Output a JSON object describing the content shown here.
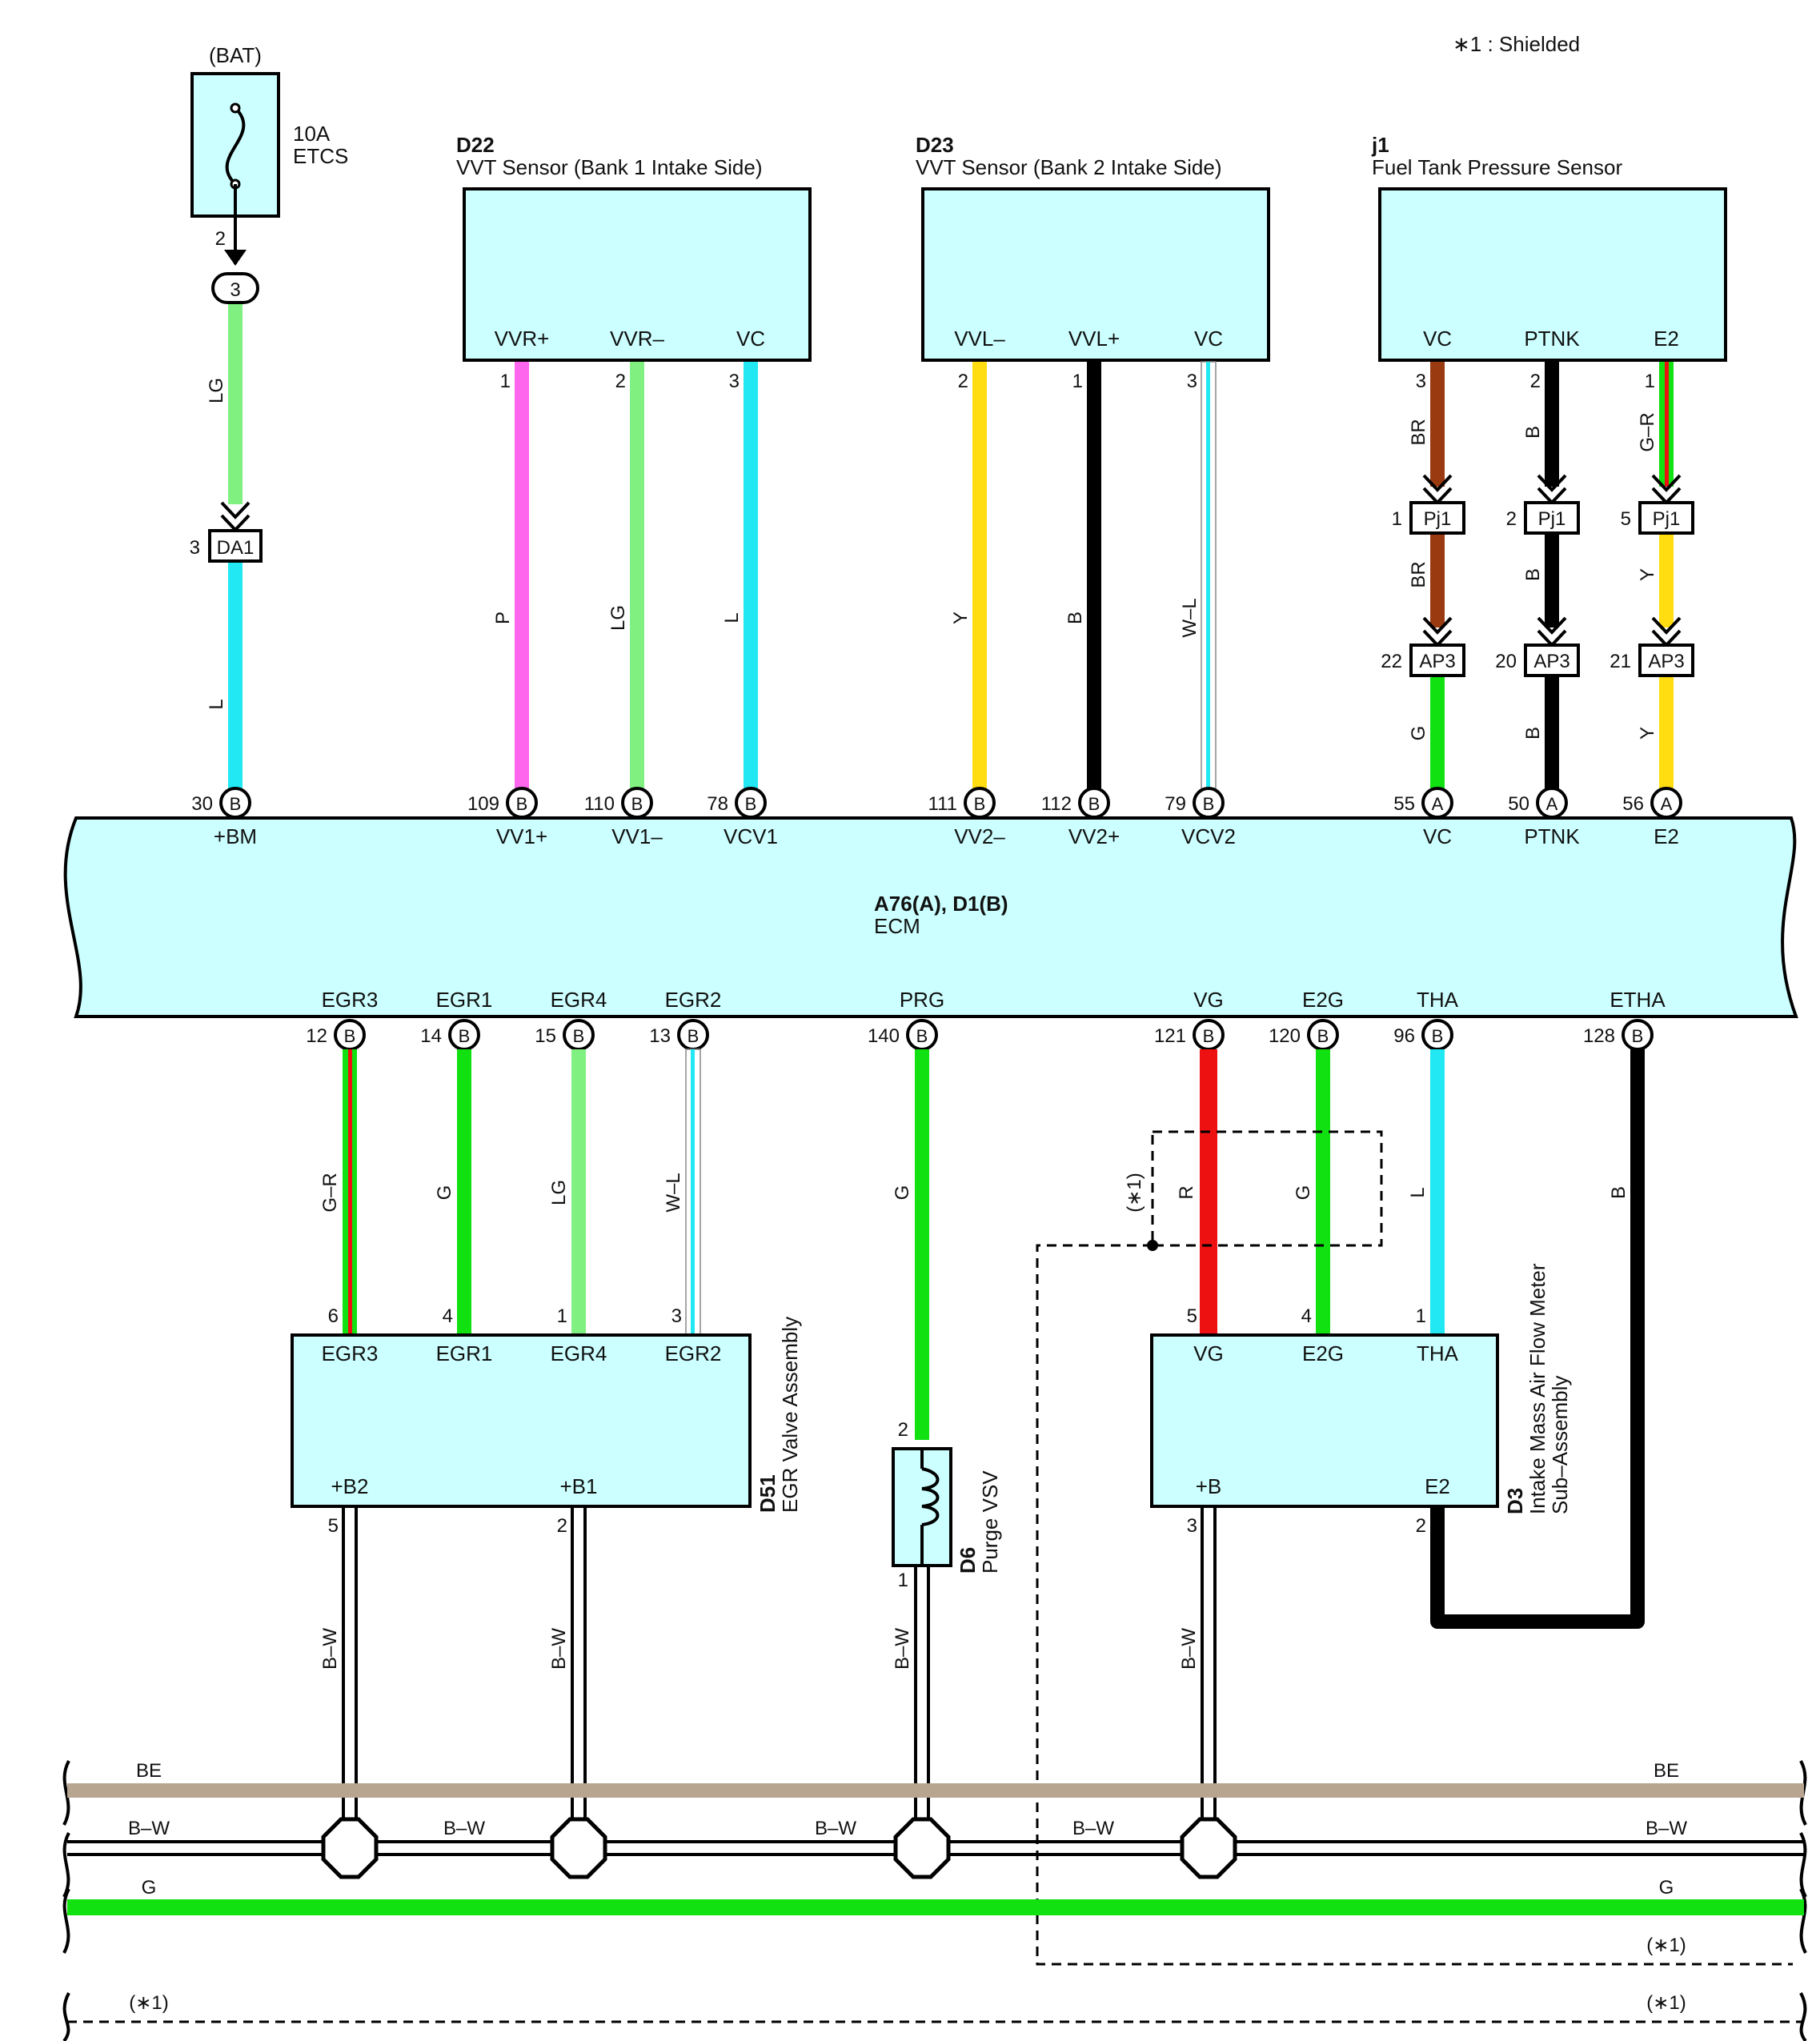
{
  "note": "∗1 : Shielded",
  "colors": {
    "box_fill": "#CCFFFF",
    "P": "#FF66EE",
    "LG": "#80F080",
    "L": "#22E8F4",
    "Y": "#FFDD11",
    "B": "#000000",
    "BR": "#9A3A10",
    "G": "#11E011",
    "R": "#EE1111",
    "BE": "#B8A590"
  },
  "battery": {
    "label": "(BAT)",
    "fuse_amp": "10A",
    "fuse_name": "ETCS",
    "pin_out": "2",
    "junction_pin": "3"
  },
  "da1": {
    "pin": "3",
    "name": "DA1"
  },
  "wire_codes": {
    "LG": "LG",
    "L": "L",
    "P": "P",
    "Y": "Y",
    "B": "B",
    "WL": "W–L",
    "BR": "BR",
    "GR": "G–R",
    "G": "G",
    "R": "R",
    "BW": "B–W",
    "BE": "BE"
  },
  "d22": {
    "code": "D22",
    "name": "VVT Sensor (Bank 1 Intake Side)",
    "pins": [
      {
        "label": "VVR+",
        "num": "1"
      },
      {
        "label": "VVR–",
        "num": "2"
      },
      {
        "label": "VC",
        "num": "3"
      }
    ]
  },
  "d23": {
    "code": "D23",
    "name": "VVT Sensor (Bank 2 Intake Side)",
    "pins": [
      {
        "label": "VVL–",
        "num": "2"
      },
      {
        "label": "VVL+",
        "num": "1"
      },
      {
        "label": "VC",
        "num": "3"
      }
    ]
  },
  "j1": {
    "code": "j1",
    "name": "Fuel Tank Pressure Sensor",
    "pins": [
      {
        "label": "VC",
        "num": "3"
      },
      {
        "label": "PTNK",
        "num": "2"
      },
      {
        "label": "E2",
        "num": "1"
      }
    ]
  },
  "pj1": {
    "name": "Pj1",
    "pins": [
      "1",
      "2",
      "5"
    ]
  },
  "ap3": {
    "name": "AP3",
    "pins": [
      "22",
      "20",
      "21"
    ]
  },
  "ecm": {
    "line1": "A76(A), D1(B)",
    "line2": "ECM",
    "top_pins": [
      {
        "num": "30",
        "conn": "B",
        "label": "+BM"
      },
      {
        "num": "109",
        "conn": "B",
        "label": "VV1+"
      },
      {
        "num": "110",
        "conn": "B",
        "label": "VV1–"
      },
      {
        "num": "78",
        "conn": "B",
        "label": "VCV1"
      },
      {
        "num": "111",
        "conn": "B",
        "label": "VV2–"
      },
      {
        "num": "112",
        "conn": "B",
        "label": "VV2+"
      },
      {
        "num": "79",
        "conn": "B",
        "label": "VCV2"
      },
      {
        "num": "55",
        "conn": "A",
        "label": "VC"
      },
      {
        "num": "50",
        "conn": "A",
        "label": "PTNK"
      },
      {
        "num": "56",
        "conn": "A",
        "label": "E2"
      }
    ],
    "bottom_pins": [
      {
        "num": "12",
        "conn": "B",
        "label": "EGR3"
      },
      {
        "num": "14",
        "conn": "B",
        "label": "EGR1"
      },
      {
        "num": "15",
        "conn": "B",
        "label": "EGR4"
      },
      {
        "num": "13",
        "conn": "B",
        "label": "EGR2"
      },
      {
        "num": "140",
        "conn": "B",
        "label": "PRG"
      },
      {
        "num": "121",
        "conn": "B",
        "label": "VG"
      },
      {
        "num": "120",
        "conn": "B",
        "label": "E2G"
      },
      {
        "num": "96",
        "conn": "B",
        "label": "THA"
      },
      {
        "num": "128",
        "conn": "B",
        "label": "ETHA"
      }
    ]
  },
  "d51": {
    "code": "D51",
    "name": "EGR Valve Assembly",
    "top_pins": [
      {
        "num": "6",
        "label": "EGR3"
      },
      {
        "num": "4",
        "label": "EGR1"
      },
      {
        "num": "1",
        "label": "EGR4"
      },
      {
        "num": "3",
        "label": "EGR2"
      }
    ],
    "bottom_pins": [
      {
        "num": "5",
        "label": "+B2"
      },
      {
        "num": "2",
        "label": "+B1"
      }
    ]
  },
  "d6": {
    "code": "D6",
    "name": "Purge VSV",
    "pin_top": "2",
    "pin_bottom": "1"
  },
  "d3": {
    "code": "D3",
    "name_line1": "Intake Mass Air Flow Meter",
    "name_line2": "Sub–Assembly",
    "top_pins": [
      {
        "num": "5",
        "label": "VG"
      },
      {
        "num": "4",
        "label": "E2G"
      },
      {
        "num": "1",
        "label": "THA"
      }
    ],
    "bottom_pins": [
      {
        "num": "3",
        "label": "+B"
      },
      {
        "num": "2",
        "label": "E2"
      }
    ]
  },
  "shield_mark": "(∗1)",
  "bus": {
    "be": "BE",
    "bw": "B–W",
    "g": "G",
    "shield": "(∗1)"
  }
}
